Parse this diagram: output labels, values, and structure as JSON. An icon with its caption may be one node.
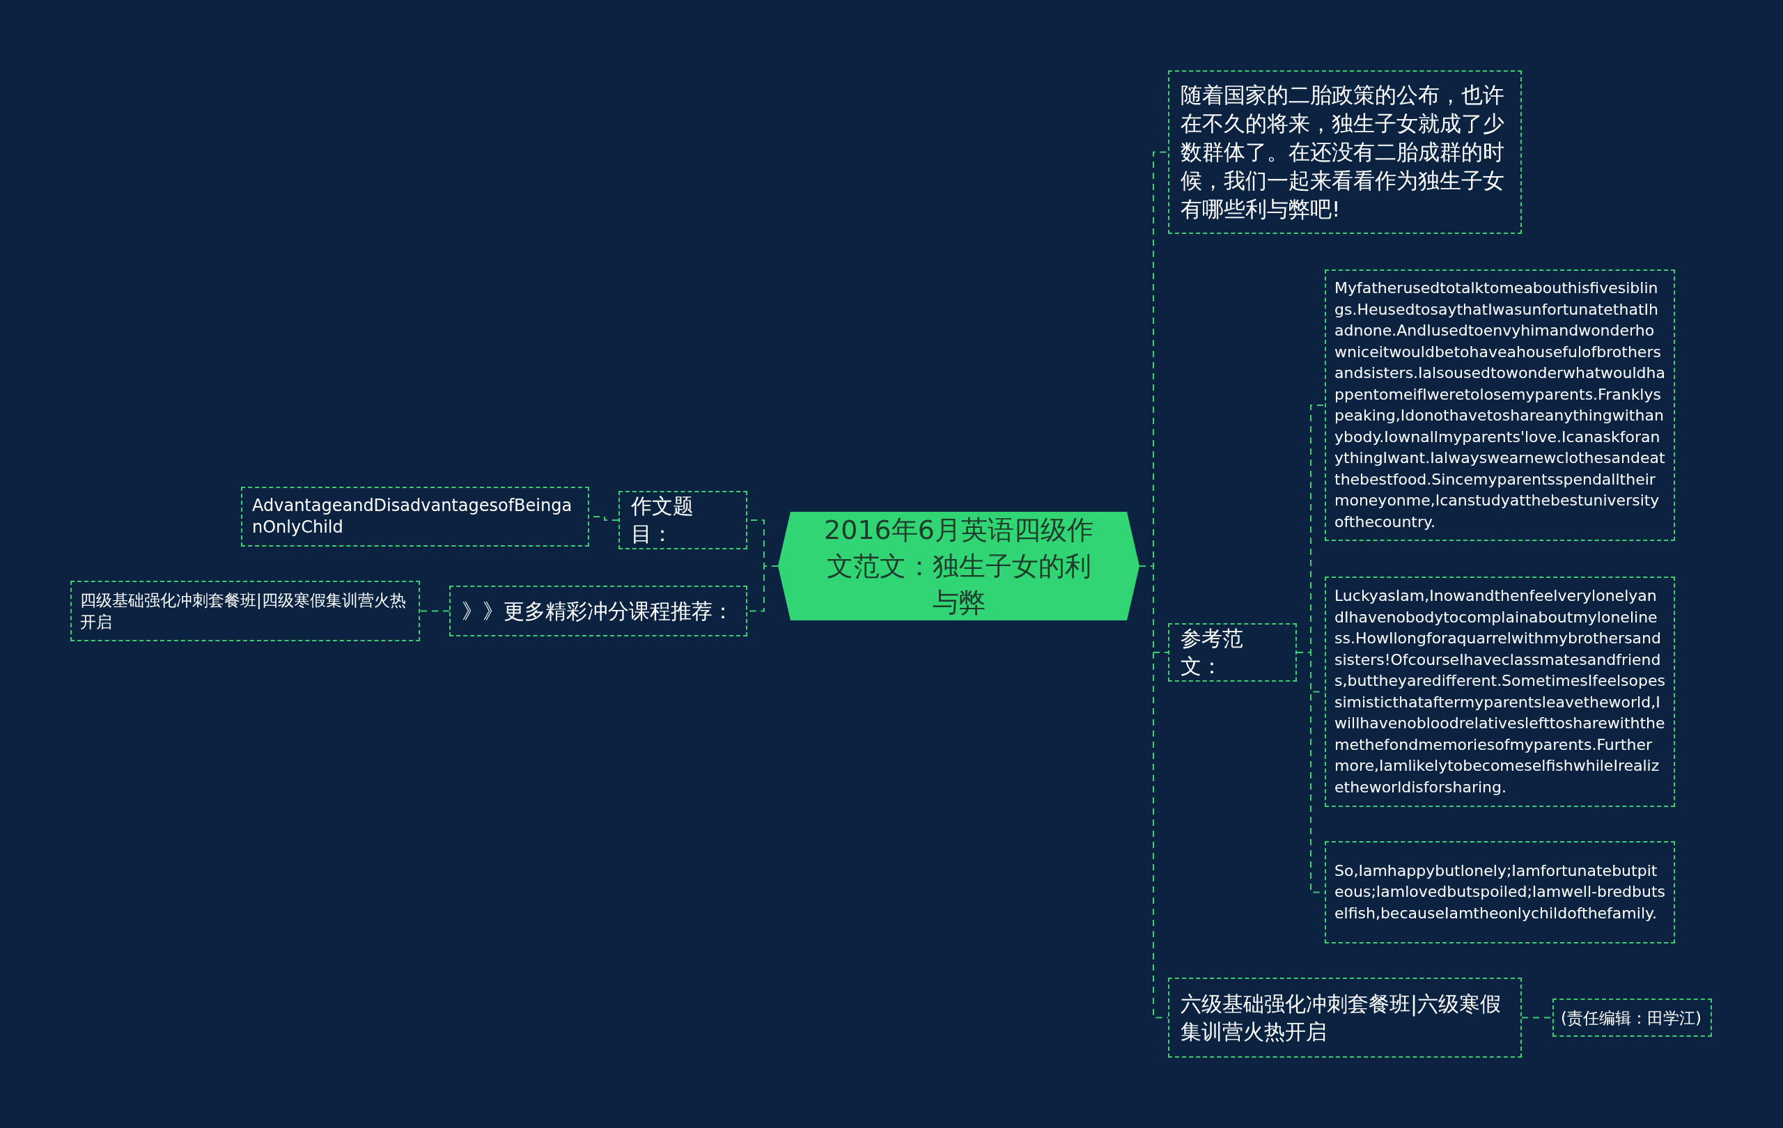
{
  "diagram": {
    "nodes": [
      {
        "text": [
          "2016年6月英语四级作文范文：独生子女的利与弊"
        ]
      },
      {
        "text": [
          "作文题目："
        ]
      },
      {
        "text": [
          "AdvantageandDisadvantagesofBeinganOnlyChild"
        ]
      },
      {
        "text": [
          "》》更多精彩冲分课程推荐："
        ]
      },
      {
        "text": [
          "四级基础强化冲刺套餐班|四级寒假集训营火热开启"
        ]
      },
      {
        "text": [
          "随着国家的二胎政策的公布，也许在不久的将来，独生子女就成了少数群体了。在还没有二胎成群的时候，我们一起来看看作为独生子女有哪些利与弊吧!"
        ]
      },
      {
        "text": [
          "参考范文："
        ]
      },
      {
        "text": [
          "Myfatherusedtotalktomeabouthisfivesiblings.HeusedtosaythatIwasunfortunatethatIhadnone.AndIusedtoenvyhimandwonderhowniceitwouldbetohaveahousefulofbrothersandsisters.IalsousedtowonderwhatwouldhappentomeifIweretolosemyparents.Franklyspeaking,Idonothavetoshareanythingwithanybody.Iownallmyparents'love.IcanaskforanythingIwant.Ialwayswearnewclothesandeatthebestfood.Sincemyparentsspendalltheirmoneyonme,Icanstudyatthebestuniversityofthecountry."
        ]
      },
      {
        "text": [
          "LuckyasIam,InowandthenfeelverylonelyandIhavenobodytocomplainaboutmyloneliness.HowIlongforaquarrelwithmybrothersandsisters!OfcourseIhaveclassmatesandfriends,buttheyaredifferent.SometimesIfeelsopessimisticthataftermyparentsleavetheworld,Iwillhavenobloodrelativeslefttosharewiththemethefondmemoriesofmyparents.Furthermore,IamlikelytobecomeselfishwhileIrealizetheworldisforsharing."
        ]
      },
      {
        "text": [
          "So,Iamhappybutlonely;Iamfortunatebutpiteous;Iamlovedbutspoiled;Iamwell-bredbutselfish,becauseIamtheonlychildofthefamily."
        ]
      },
      {
        "text": [
          "六级基础强化冲刺套餐班|六级寒假集训营火热开启"
        ]
      },
      {
        "text": [
          "(责任编辑：田学江)"
        ]
      }
    ],
    "edges": [
      {
        "from": 0,
        "to": 1,
        "arrow": "none",
        "style": "dashed"
      },
      {
        "from": 1,
        "to": 2,
        "arrow": "none",
        "style": "dashed"
      },
      {
        "from": 0,
        "to": 3,
        "arrow": "none",
        "style": "dashed"
      },
      {
        "from": 3,
        "to": 4,
        "arrow": "none",
        "style": "dashed"
      },
      {
        "from": 0,
        "to": 5,
        "arrow": "none",
        "style": "dashed"
      },
      {
        "from": 0,
        "to": 6,
        "arrow": "none",
        "style": "dashed"
      },
      {
        "from": 6,
        "to": 7,
        "arrow": "none",
        "style": "dashed"
      },
      {
        "from": 6,
        "to": 8,
        "arrow": "none",
        "style": "dashed"
      },
      {
        "from": 6,
        "to": 9,
        "arrow": "none",
        "style": "dashed"
      },
      {
        "from": 0,
        "to": 10,
        "arrow": "none",
        "style": "dashed"
      },
      {
        "from": 10,
        "to": 11,
        "arrow": "none",
        "style": "dashed"
      }
    ]
  }
}
